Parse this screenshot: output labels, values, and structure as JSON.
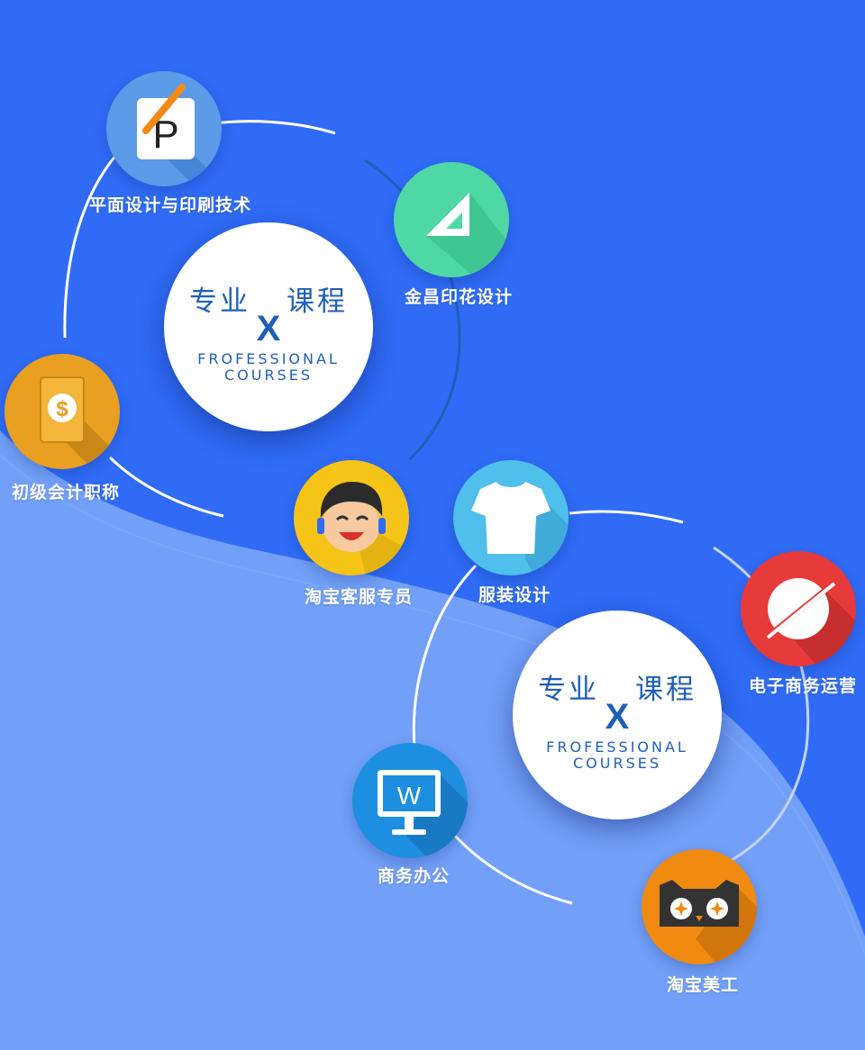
{
  "colors": {
    "background": "#2f6bf5",
    "wave": "#729ff7",
    "hub_text": "#1f5fb8",
    "label_text": "#ffffff"
  },
  "hubs": [
    {
      "cn_left": "专业",
      "cn_right": "课程",
      "x": "X",
      "en_line1": "FROFESSIONAL",
      "en_line2": "COURSES"
    },
    {
      "cn_left": "专业",
      "cn_right": "课程",
      "x": "X",
      "en_line1": "FROFESSIONAL",
      "en_line2": "COURSES"
    }
  ],
  "courses": [
    {
      "label": "平面设计与印刷技术",
      "icon": "p-document-icon",
      "color": "#5b9be8"
    },
    {
      "label": "金昌印花设计",
      "icon": "set-square-icon",
      "color": "#4fd8a5"
    },
    {
      "label": "初级会计职称",
      "icon": "dollar-card-icon",
      "color": "#e9a020"
    },
    {
      "label": "淘宝客服专员",
      "icon": "headset-boy-icon",
      "color": "#f6c417"
    },
    {
      "label": "服装设计",
      "icon": "tshirt-icon",
      "color": "#4fbfec"
    },
    {
      "label": "电子商务运营",
      "icon": "planet-icon",
      "color": "#e73a3a"
    },
    {
      "label": "商务办公",
      "icon": "monitor-w-icon",
      "color": "#1e8fe0"
    },
    {
      "label": "淘宝美工",
      "icon": "tmall-cat-icon",
      "color": "#f08a10"
    }
  ]
}
